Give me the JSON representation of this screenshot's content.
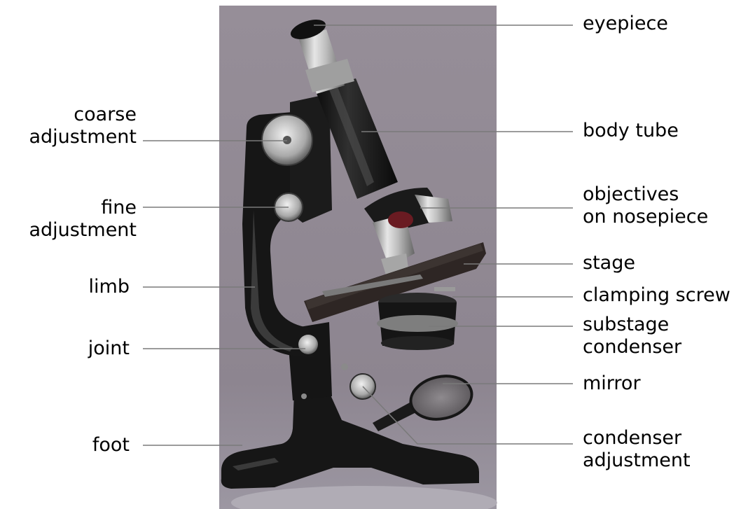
{
  "title": "",
  "labels": {
    "left": {
      "coarse_adjustment": [
        "coarse",
        "adjustment"
      ],
      "fine_adjustment": [
        "fine",
        "adjustment"
      ],
      "limb": [
        "limb"
      ],
      "joint": [
        "joint"
      ],
      "foot": [
        "foot"
      ]
    },
    "right": {
      "eyepiece": [
        "eyepiece"
      ],
      "body_tube": [
        "body tube"
      ],
      "objectives": [
        "objectives",
        "on nosepiece"
      ],
      "stage": [
        "stage"
      ],
      "clamping_screw": [
        "clamping screw"
      ],
      "substage_condenser": [
        "substage",
        "condenser"
      ],
      "mirror": [
        "mirror"
      ],
      "condenser_adjustment": [
        "condenser",
        "adjustment"
      ]
    }
  },
  "colors": {
    "photo_background": "#8f8790",
    "microscope_body": "#151515",
    "metal": "#b9b9b9",
    "leader_line": "#7a7a7a",
    "text": "#000000"
  }
}
